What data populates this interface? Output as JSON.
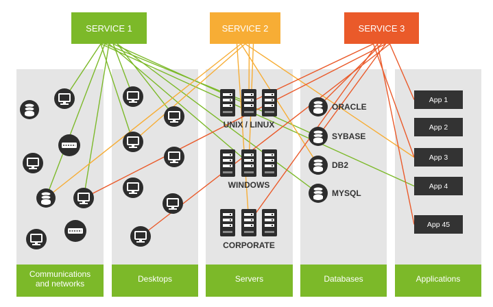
{
  "colors": {
    "service1": "#7cb929",
    "service2": "#f7ad35",
    "service3": "#ea5a2a",
    "column_bg": "#e5e5e5",
    "footer": "#7cb929",
    "icon": "#2d2d2d",
    "app_box": "#333333"
  },
  "services": [
    {
      "id": "s1",
      "label": "SERVICE 1",
      "color_key": "service1"
    },
    {
      "id": "s2",
      "label": "SERVICE 2",
      "color_key": "service2"
    },
    {
      "id": "s3",
      "label": "SERVICE 3",
      "color_key": "service3"
    }
  ],
  "columns": [
    {
      "id": "comm",
      "footer": [
        "Communications",
        "and networks"
      ]
    },
    {
      "id": "desk",
      "footer": [
        "Desktops"
      ]
    },
    {
      "id": "serv",
      "footer": [
        "Servers"
      ]
    },
    {
      "id": "db",
      "footer": [
        "Databases"
      ]
    },
    {
      "id": "apps",
      "footer": [
        "Applications"
      ]
    }
  ],
  "server_groups": [
    {
      "id": "unix",
      "label": "UNIX / LINUX"
    },
    {
      "id": "windows",
      "label": "WINDOWS"
    },
    {
      "id": "corporate",
      "label": "CORPORATE"
    }
  ],
  "databases": [
    {
      "id": "oracle",
      "label": "ORACLE"
    },
    {
      "id": "sybase",
      "label": "SYBASE"
    },
    {
      "id": "db2",
      "label": "DB2"
    },
    {
      "id": "mysql",
      "label": "MYSQL"
    }
  ],
  "applications": [
    {
      "id": "app1",
      "label": "App 1"
    },
    {
      "id": "app2",
      "label": "App 2"
    },
    {
      "id": "app3",
      "label": "App 3"
    },
    {
      "id": "app4",
      "label": "App 4"
    },
    {
      "id": "app45",
      "label": "App 45"
    }
  ],
  "comm_devices": [
    {
      "id": "c1",
      "icon": "database-icon"
    },
    {
      "id": "c2",
      "icon": "monitor-icon"
    },
    {
      "id": "c3",
      "icon": "switch-icon"
    },
    {
      "id": "c4",
      "icon": "monitor-icon"
    },
    {
      "id": "c5",
      "icon": "database-icon"
    },
    {
      "id": "c6",
      "icon": "monitor-icon"
    },
    {
      "id": "c7",
      "icon": "switch-icon"
    },
    {
      "id": "c8",
      "icon": "monitor-icon"
    }
  ],
  "desktops": [
    {
      "id": "d1",
      "icon": "monitor-icon"
    },
    {
      "id": "d2",
      "icon": "monitor-icon"
    },
    {
      "id": "d3",
      "icon": "monitor-icon"
    },
    {
      "id": "d4",
      "icon": "monitor-icon"
    },
    {
      "id": "d5",
      "icon": "monitor-icon"
    },
    {
      "id": "d6",
      "icon": "monitor-icon"
    },
    {
      "id": "d7",
      "icon": "monitor-icon"
    }
  ],
  "connections": [
    {
      "from": "s1",
      "to": "c2"
    },
    {
      "from": "s1",
      "to": "c5"
    },
    {
      "from": "s1",
      "to": "c6"
    },
    {
      "from": "s1",
      "to": "d1"
    },
    {
      "from": "s1",
      "to": "d2"
    },
    {
      "from": "s1",
      "to": "d3"
    },
    {
      "from": "s1",
      "to": "unix"
    },
    {
      "from": "s1",
      "to": "windows"
    },
    {
      "from": "s1",
      "to": "sybase"
    },
    {
      "from": "s1",
      "to": "mysql"
    },
    {
      "from": "s1",
      "to": "app4"
    },
    {
      "from": "s2",
      "to": "c5"
    },
    {
      "from": "s2",
      "to": "d3"
    },
    {
      "from": "s2",
      "to": "unix"
    },
    {
      "from": "s2",
      "to": "windows"
    },
    {
      "from": "s2",
      "to": "corporate"
    },
    {
      "from": "s2",
      "to": "db2"
    },
    {
      "from": "s2",
      "to": "app3"
    },
    {
      "from": "s3",
      "to": "c6"
    },
    {
      "from": "s3",
      "to": "d7"
    },
    {
      "from": "s3",
      "to": "unix"
    },
    {
      "from": "s3",
      "to": "corporate"
    },
    {
      "from": "s3",
      "to": "oracle"
    },
    {
      "from": "s3",
      "to": "sybase"
    },
    {
      "from": "s3",
      "to": "app1"
    },
    {
      "from": "s3",
      "to": "app3"
    },
    {
      "from": "s3",
      "to": "app45"
    }
  ]
}
